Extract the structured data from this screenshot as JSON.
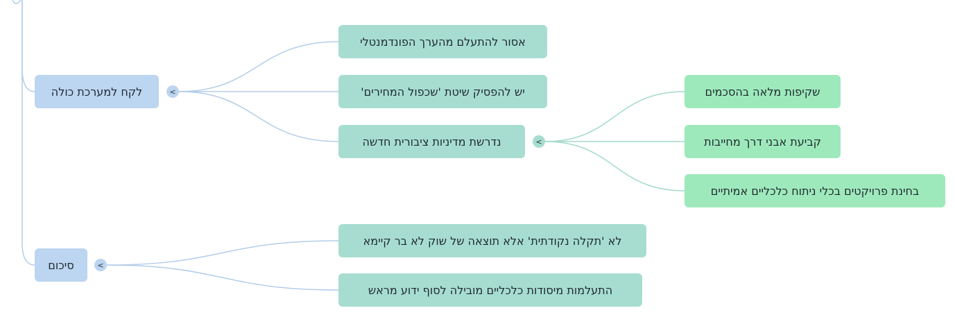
{
  "map": {
    "branches": [
      {
        "label": "לקח למערכת כולה",
        "toggle": "<",
        "children": [
          {
            "label": "אסור להתעלם מהערך הפונדמנטלי"
          },
          {
            "label": "יש להפסיק שיטת 'שכפול המחירים'"
          },
          {
            "label": "נדרשת מדיניות ציבורית חדשה",
            "toggle": "<",
            "children": [
              {
                "label": "שקיפות מלאה בהסכמים"
              },
              {
                "label": "קביעת אבני דרך מחייבות"
              },
              {
                "label": "בחינת פרויקטים בכלי ניתוח כלכליים אמיתיים"
              }
            ]
          }
        ]
      },
      {
        "label": "סיכום",
        "toggle": "<",
        "children": [
          {
            "label": "לא 'תקלה נקודתית' אלא תוצאה של שוק לא בר קיימא"
          },
          {
            "label": "התעלמות מיסודות כלכליים מובילה לסוף ידוע מראש"
          }
        ]
      }
    ]
  },
  "colors": {
    "branch_fill": "#bcd5f0",
    "sub_fill": "#a7ddd1",
    "leaf_fill": "#9ee9bb",
    "line_blue": "#b3cde9",
    "line_teal": "#a3d9cb"
  }
}
